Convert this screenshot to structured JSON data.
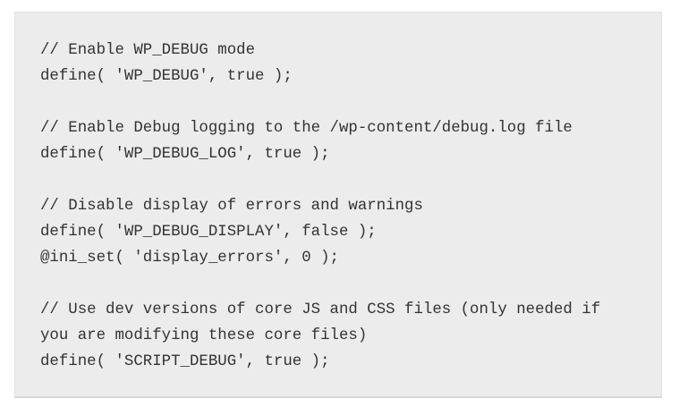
{
  "colors": {
    "page_background": "#ffffff",
    "block_background": "#ececec",
    "block_border": "#e4e4e4",
    "block_border_bottom": "#d7d7d7",
    "code_text": "#333333"
  },
  "code_block": {
    "language": "php",
    "lines": [
      "// Enable WP_DEBUG mode",
      "define( 'WP_DEBUG', true );",
      "",
      "// Enable Debug logging to the /wp-content/debug.log file",
      "define( 'WP_DEBUG_LOG', true );",
      "",
      "// Disable display of errors and warnings",
      "define( 'WP_DEBUG_DISPLAY', false );",
      "@ini_set( 'display_errors', 0 );",
      "",
      "// Use dev versions of core JS and CSS files (only needed if",
      "you are modifying these core files)",
      "define( 'SCRIPT_DEBUG', true );"
    ]
  }
}
